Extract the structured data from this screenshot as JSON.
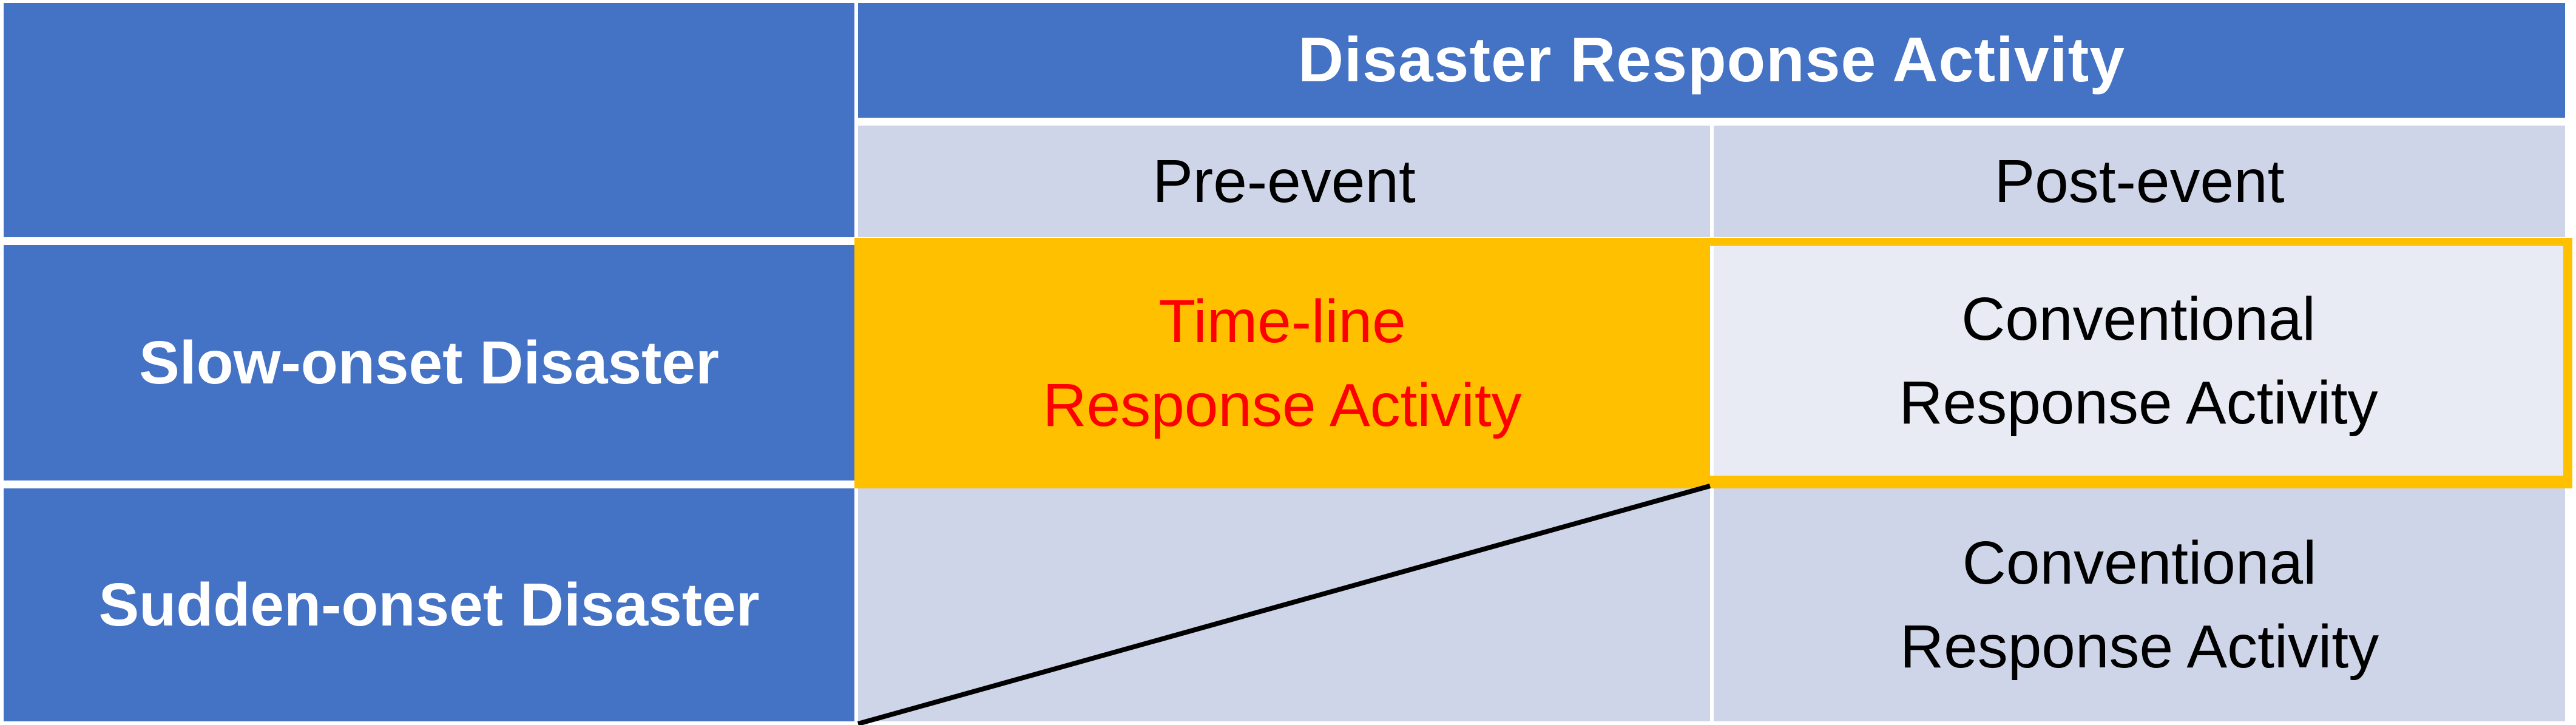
{
  "matrix": {
    "title": "Disaster Response Activity",
    "column_headers": [
      "Pre-event",
      "Post-event"
    ],
    "row_headers": [
      "Slow-onset Disaster",
      "Sudden-onset Disaster"
    ],
    "cells": {
      "slow_onset_pre_event": {
        "line1": "Time-line",
        "line2": "Response Activity",
        "text_color": "#FF0000",
        "background": "#FFC000"
      },
      "slow_onset_post_event": {
        "line1": "Conventional",
        "line2": "Response Activity",
        "text_color": "#000000",
        "background": "#E9EBF4"
      },
      "sudden_onset_pre_event": {
        "marker": "diagonal-line",
        "background": "#CFD5E8"
      },
      "sudden_onset_post_event": {
        "line1": "Conventional",
        "line2": "Response Activity",
        "text_color": "#000000",
        "background": "#CFD5E8"
      }
    },
    "colors": {
      "header_blue": "#4472C4",
      "header_text": "#FFFFFF",
      "subheader_lavender": "#CFD5E8",
      "highlight_orange": "#FFC000",
      "highlight_text_red": "#FF0000",
      "light_cell": "#E9EBF4",
      "diagonal_line": "#000000"
    }
  }
}
